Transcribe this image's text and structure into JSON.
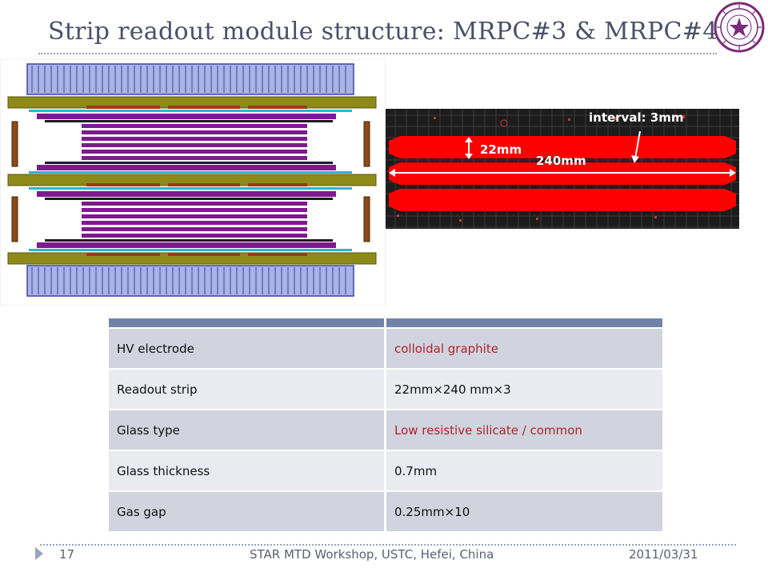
{
  "slide": {
    "title": "Strip readout module structure: MRPC#3 & MRPC#4",
    "page_number": "17",
    "event": "STAR MTD Workshop, USTC, Hefei, China",
    "date": "2011/03/31"
  },
  "layout_figure": {
    "interval_label": "interval: 3mm",
    "width_label": "22mm",
    "length_label": "240mm"
  },
  "table": {
    "rows": [
      {
        "property": "HV electrode",
        "value": "colloidal graphite",
        "highlight": true
      },
      {
        "property": "Readout strip",
        "value": "22mm×240 mm×3",
        "highlight": false
      },
      {
        "property": "Glass type",
        "value": "Low resistive silicate / common",
        "highlight": true
      },
      {
        "property": "Glass thickness",
        "value": "0.7mm",
        "highlight": false
      },
      {
        "property": "Gas gap",
        "value": "0.25mm×10",
        "highlight": false
      }
    ]
  },
  "colors": {
    "title": "#4b5068",
    "table_header": "#7283a8",
    "table_row_odd": "#d1d4df",
    "table_row_even": "#eaebf0",
    "highlight_text": "#b0232b",
    "readout_strip": "#ff0000",
    "pcb_background": "#1a1a1a",
    "outer_glass": "#9fa8dc",
    "inner_glass": "#7e1a8e",
    "honeycomb_board": "#8e8a1a"
  },
  "icons": {
    "logo": "university-seal-icon"
  }
}
